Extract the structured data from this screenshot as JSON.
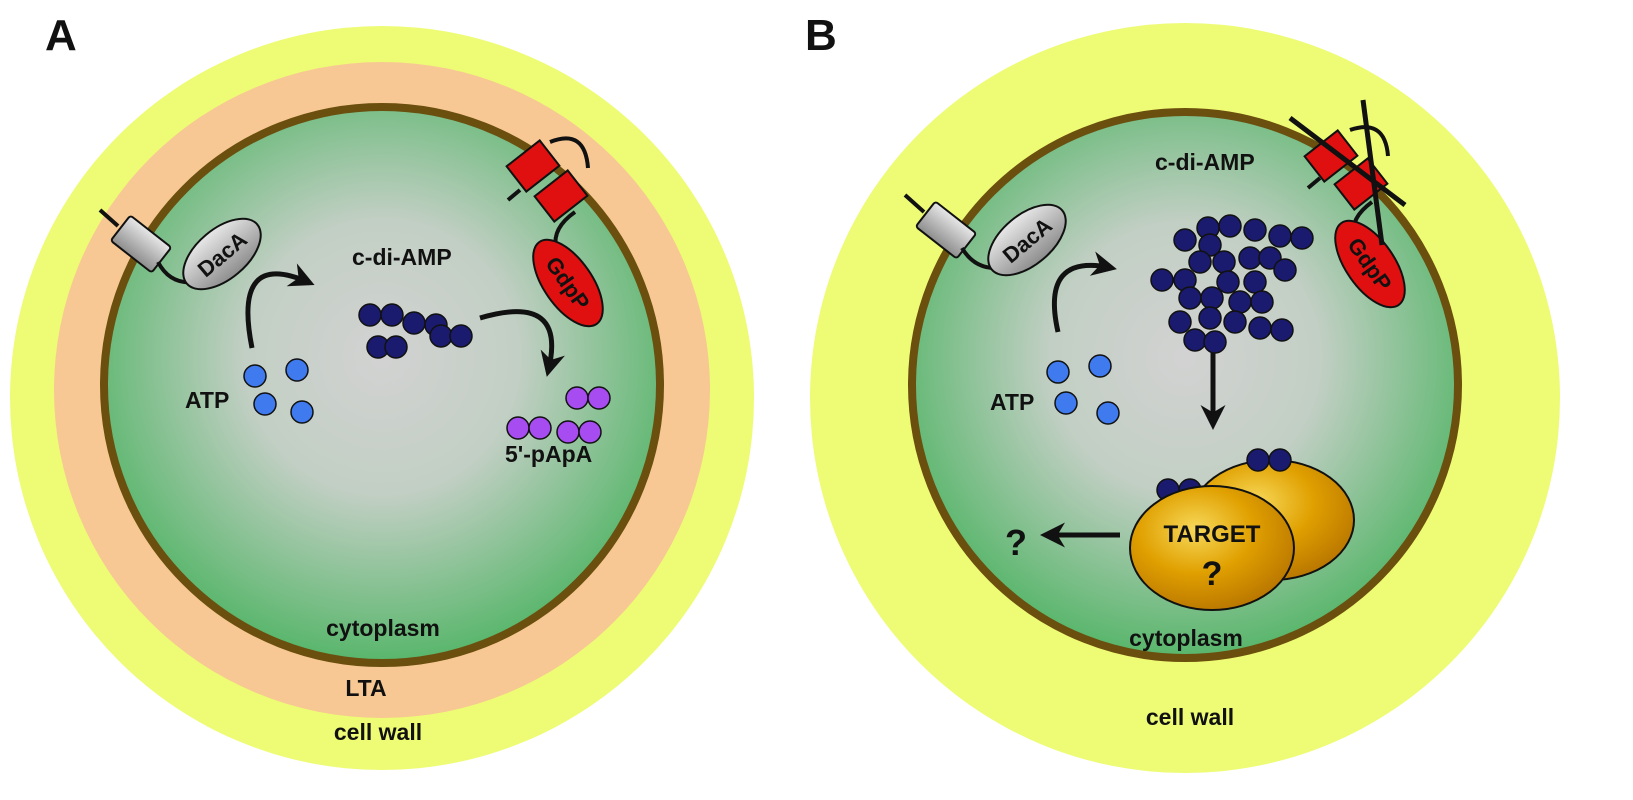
{
  "panels": {
    "a": {
      "letter": "A",
      "labels": {
        "cdiamp": "c-di-AMP",
        "atp": "ATP",
        "pApA": "5'-pApA",
        "cytoplasm": "cytoplasm",
        "lta": "LTA",
        "cell_wall": "cell wall"
      },
      "proteins": {
        "daca": "DacA",
        "gdpp": "GdpP"
      }
    },
    "b": {
      "letter": "B",
      "labels": {
        "cdiamp": "c-di-AMP",
        "atp": "ATP",
        "cytoplasm": "cytoplasm",
        "cell_wall": "cell wall",
        "unknown": "?"
      },
      "proteins": {
        "daca": "DacA",
        "gdpp": "GdpP"
      },
      "target": {
        "label": "TARGET",
        "mark": "?"
      }
    }
  },
  "colors": {
    "cell_wall": "#eefb74",
    "lta": "#f7c893",
    "membrane": "#6b4f0e",
    "cytoplasm_center": "#cdcdcd",
    "cytoplasm_edge": "#5cb86e",
    "cdiamp": "#1a1a6e",
    "atp": "#3f7bef",
    "pApA": "#a64cf0",
    "gdpp": "#e01010",
    "daca": "#b3b3b3",
    "target": "#f0b400"
  }
}
